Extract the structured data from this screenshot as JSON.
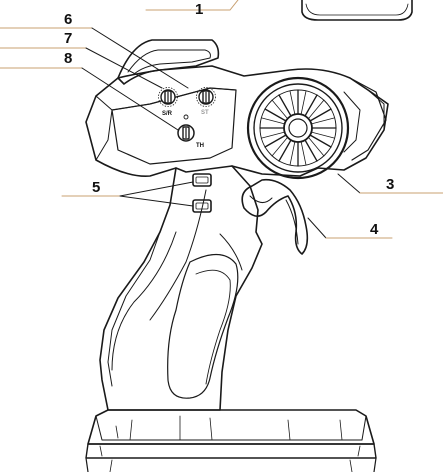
{
  "callouts": [
    {
      "id": "1",
      "label": "1"
    },
    {
      "id": "6",
      "label": "6"
    },
    {
      "id": "7",
      "label": "7"
    },
    {
      "id": "8",
      "label": "8"
    },
    {
      "id": "5",
      "label": "5"
    },
    {
      "id": "3",
      "label": "3"
    },
    {
      "id": "4",
      "label": "4"
    }
  ],
  "knobs": {
    "sr_label": "S/R",
    "st_label": "ST",
    "th_label": "TH"
  },
  "colors": {
    "line": "#1a1a1a",
    "leader_light": "#c8a070",
    "fill": "#ffffff"
  }
}
